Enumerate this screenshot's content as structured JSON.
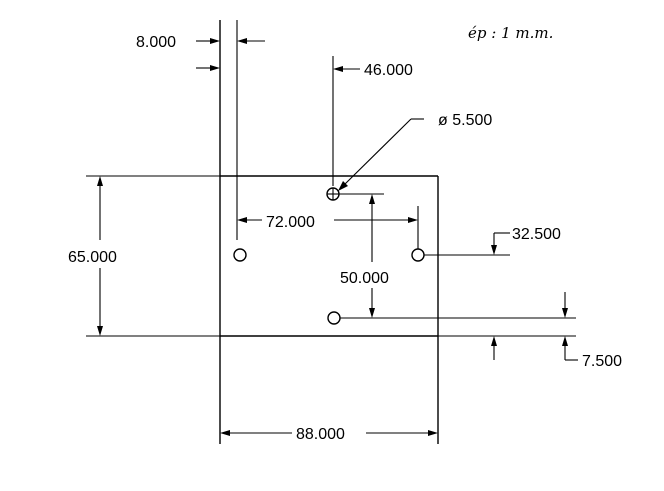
{
  "drawing": {
    "note": "ép : 1 m.m.",
    "dimensions": {
      "hole_offset_left": "8.000",
      "hole_x_top": "46.000",
      "hole_diameter": "ø 5.500",
      "hole_spacing_x": "72.000",
      "hole_y_right": "32.500",
      "plate_height": "65.000",
      "hole_spacing_y": "50.000",
      "hole_y_bottom": "7.500",
      "plate_width": "88.000"
    }
  }
}
